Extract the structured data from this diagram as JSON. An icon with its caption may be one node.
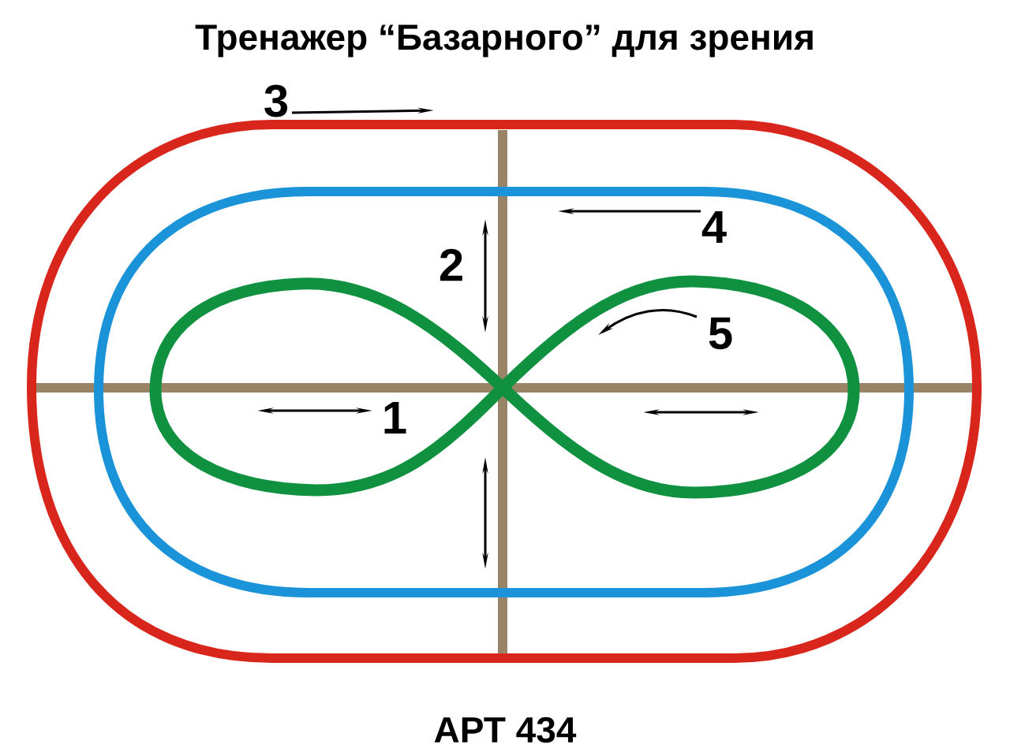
{
  "diagram": {
    "title": "Тренажер “Базарного” для зрения",
    "caption": "АРТ 434",
    "labels": [
      "3",
      "4",
      "2",
      "5",
      "1"
    ]
  }
}
